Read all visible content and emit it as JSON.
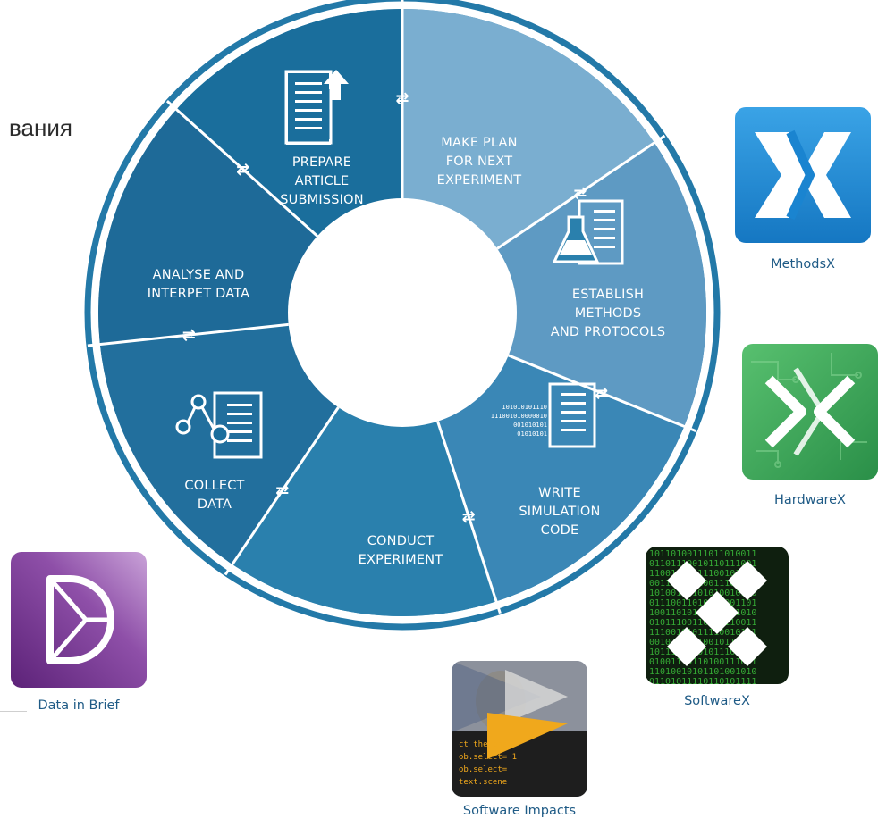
{
  "fragment_text": "вания",
  "cycle": {
    "segments": [
      {
        "id": "prepare",
        "lines": [
          "PREPARE",
          "ARTICLE",
          "SUBMISSION"
        ]
      },
      {
        "id": "plan",
        "lines": [
          "MAKE PLAN",
          "FOR NEXT",
          "EXPERIMENT"
        ]
      },
      {
        "id": "establish",
        "lines": [
          "ESTABLISH",
          "METHODS",
          "AND PROTOCOLS"
        ]
      },
      {
        "id": "write",
        "lines": [
          "WRITE",
          "SIMULATION",
          "CODE"
        ]
      },
      {
        "id": "conduct",
        "lines": [
          "CONDUCT",
          "EXPERIMENT"
        ]
      },
      {
        "id": "collect",
        "lines": [
          "COLLECT",
          "DATA"
        ]
      },
      {
        "id": "analyse",
        "lines": [
          "ANALYSE AND",
          "INTERPET DATA"
        ]
      }
    ],
    "binary_lines": [
      "101010101110",
      "111001010000010",
      "001010101",
      "01010101"
    ]
  },
  "journals": [
    {
      "id": "methodsx",
      "name": "MethodsX"
    },
    {
      "id": "hardwarex",
      "name": "HardwareX"
    },
    {
      "id": "softwarex",
      "name": "SoftwareX"
    },
    {
      "id": "software-impacts",
      "name": "Software Impacts"
    },
    {
      "id": "data-in-brief",
      "name": "Data in Brief"
    }
  ],
  "colors": {
    "dark_blue": "#1a6e9c",
    "mid_blue": "#2a80ad",
    "light_blue": "#6fa8cd",
    "ring_blue": "#2379a8",
    "methodsx": "#1f8fd8",
    "hardwarex": "#3aa85a",
    "softwarex": "#0f1f0f",
    "data_in_brief": "#6b2d84",
    "caption": "#1f5b86"
  }
}
